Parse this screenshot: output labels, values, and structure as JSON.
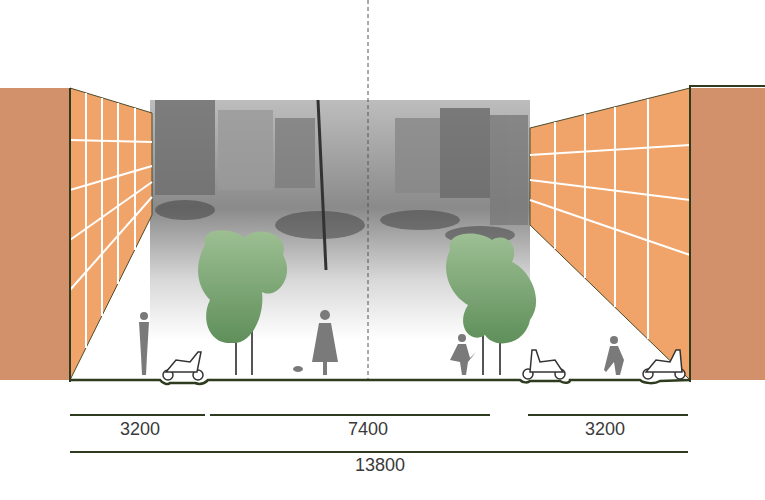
{
  "diagram": {
    "labels": [
      "3200",
      "7400",
      "3200",
      "13800"
    ]
  }
}
